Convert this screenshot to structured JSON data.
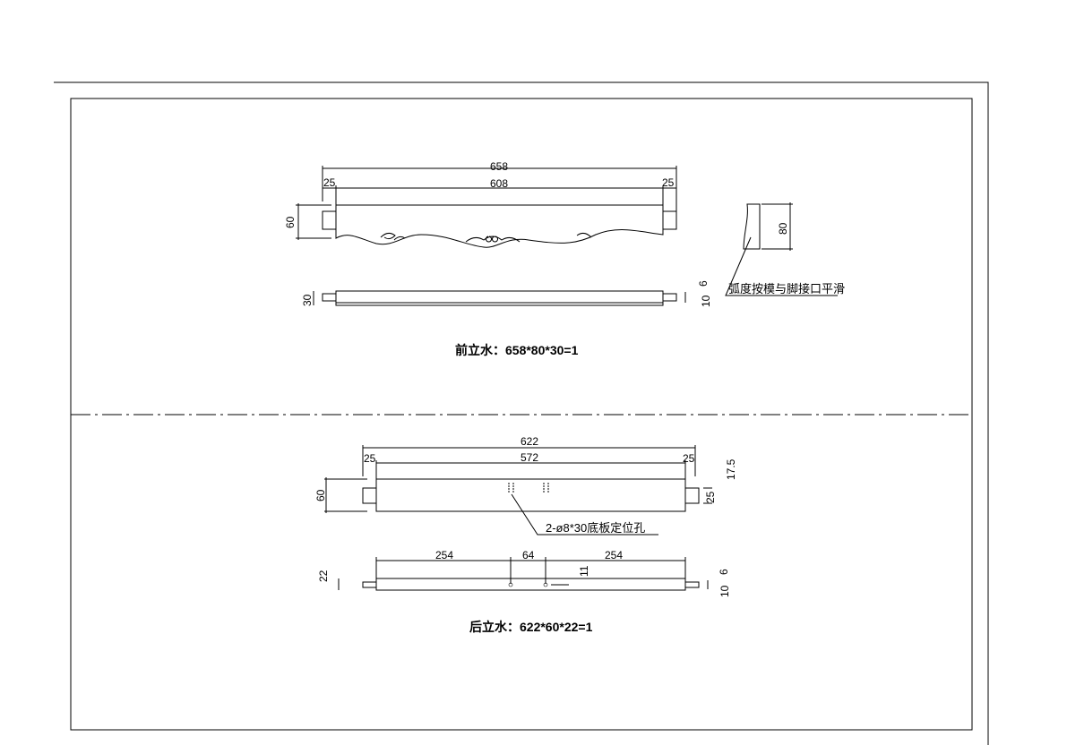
{
  "front": {
    "title": "前立水：658*80*30=1",
    "dim_total": "658",
    "dim_inner": "608",
    "dim_tenon_left": "25",
    "dim_tenon_right": "25",
    "dim_height": "60",
    "dim_profile": "80",
    "dim_thickness": "30",
    "dim_tenon_offset": "6",
    "dim_tenon_thick": "10",
    "note": "弧度按模与脚接口平滑"
  },
  "back": {
    "title": "后立水：622*60*22=1",
    "dim_total": "622",
    "dim_inner": "572",
    "dim_tenon_left": "25",
    "dim_tenon_right": "25",
    "dim_height": "60",
    "dim_tenon_height": "25",
    "dim_tenon_top": "17.5",
    "dim_thickness": "22",
    "dim_hole_left": "254",
    "dim_hole_spacing": "64",
    "dim_hole_right": "254",
    "dim_hole_offset": "11",
    "dim_tenon_offset": "6",
    "dim_tenon_thick": "10",
    "note": "2-ø8*30底板定位孔"
  }
}
